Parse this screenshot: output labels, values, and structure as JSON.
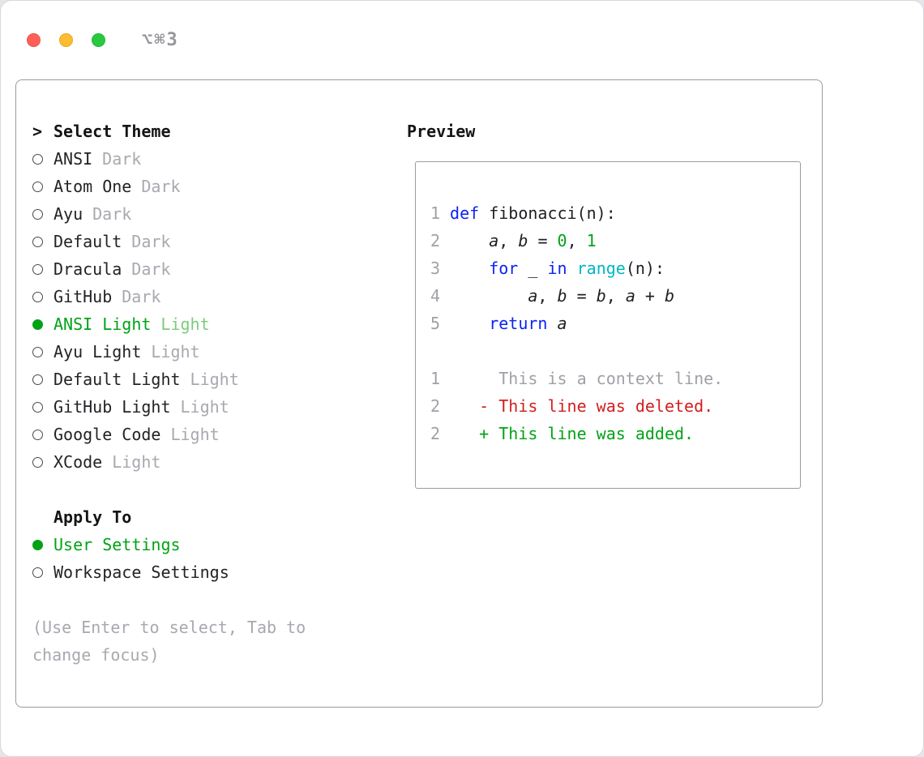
{
  "window": {
    "shortcut": "⌥⌘3"
  },
  "colors": {
    "accent_green": "#00a316",
    "keyword_blue": "#0b24f5",
    "builtin_cyan": "#00b7c3",
    "deleted_red": "#d21e1e",
    "muted_gray": "#a8a8b0",
    "traffic_red": "#ff5f57",
    "traffic_yellow": "#febc2e",
    "traffic_green": "#29c93f"
  },
  "theme_picker": {
    "prompt": ">",
    "title": "Select Theme",
    "items": [
      {
        "name": "ANSI",
        "variant": "Dark",
        "selected": false
      },
      {
        "name": "Atom One",
        "variant": "Dark",
        "selected": false
      },
      {
        "name": "Ayu",
        "variant": "Dark",
        "selected": false
      },
      {
        "name": "Default",
        "variant": "Dark",
        "selected": false
      },
      {
        "name": "Dracula",
        "variant": "Dark",
        "selected": false
      },
      {
        "name": "GitHub",
        "variant": "Dark",
        "selected": false
      },
      {
        "name": "ANSI Light",
        "variant": "Light",
        "selected": true
      },
      {
        "name": "Ayu Light",
        "variant": "Light",
        "selected": false
      },
      {
        "name": "Default Light",
        "variant": "Light",
        "selected": false
      },
      {
        "name": "GitHub Light",
        "variant": "Light",
        "selected": false
      },
      {
        "name": "Google Code",
        "variant": "Light",
        "selected": false
      },
      {
        "name": "XCode",
        "variant": "Light",
        "selected": false
      }
    ],
    "apply_to": {
      "title": "Apply To",
      "options": [
        {
          "label": "User Settings",
          "selected": true
        },
        {
          "label": "Workspace Settings",
          "selected": false
        }
      ]
    },
    "hint": "(Use Enter to select, Tab to change focus)"
  },
  "preview": {
    "title": "Preview",
    "code_lines": [
      {
        "num": "1",
        "tokens": [
          {
            "t": "def ",
            "c": "kw"
          },
          {
            "t": "fibonacci(n):",
            "c": "plain"
          }
        ]
      },
      {
        "num": "2",
        "tokens": [
          {
            "t": "    ",
            "c": "plain"
          },
          {
            "t": "a",
            "c": "var"
          },
          {
            "t": ", ",
            "c": "plain"
          },
          {
            "t": "b",
            "c": "var"
          },
          {
            "t": " = ",
            "c": "plain"
          },
          {
            "t": "0",
            "c": "num"
          },
          {
            "t": ", ",
            "c": "plain"
          },
          {
            "t": "1",
            "c": "num"
          }
        ]
      },
      {
        "num": "3",
        "tokens": [
          {
            "t": "    ",
            "c": "plain"
          },
          {
            "t": "for",
            "c": "kw"
          },
          {
            "t": " _ ",
            "c": "plain"
          },
          {
            "t": "in",
            "c": "kw"
          },
          {
            "t": " ",
            "c": "plain"
          },
          {
            "t": "range",
            "c": "builtin"
          },
          {
            "t": "(n):",
            "c": "plain"
          }
        ]
      },
      {
        "num": "4",
        "tokens": [
          {
            "t": "        ",
            "c": "plain"
          },
          {
            "t": "a",
            "c": "var"
          },
          {
            "t": ", ",
            "c": "plain"
          },
          {
            "t": "b",
            "c": "var"
          },
          {
            "t": " = ",
            "c": "plain"
          },
          {
            "t": "b",
            "c": "var"
          },
          {
            "t": ", ",
            "c": "plain"
          },
          {
            "t": "a",
            "c": "var"
          },
          {
            "t": " + ",
            "c": "plain"
          },
          {
            "t": "b",
            "c": "var"
          }
        ]
      },
      {
        "num": "5",
        "tokens": [
          {
            "t": "    ",
            "c": "plain"
          },
          {
            "t": "return",
            "c": "kw"
          },
          {
            "t": " ",
            "c": "plain"
          },
          {
            "t": "a",
            "c": "var"
          }
        ]
      }
    ],
    "diff_lines": [
      {
        "num": "1",
        "marker": " ",
        "text": "This is a context line.",
        "type": "context"
      },
      {
        "num": "2",
        "marker": "-",
        "text": "This line was deleted.",
        "type": "deleted"
      },
      {
        "num": "2",
        "marker": "+",
        "text": "This line was added.",
        "type": "added"
      }
    ]
  }
}
